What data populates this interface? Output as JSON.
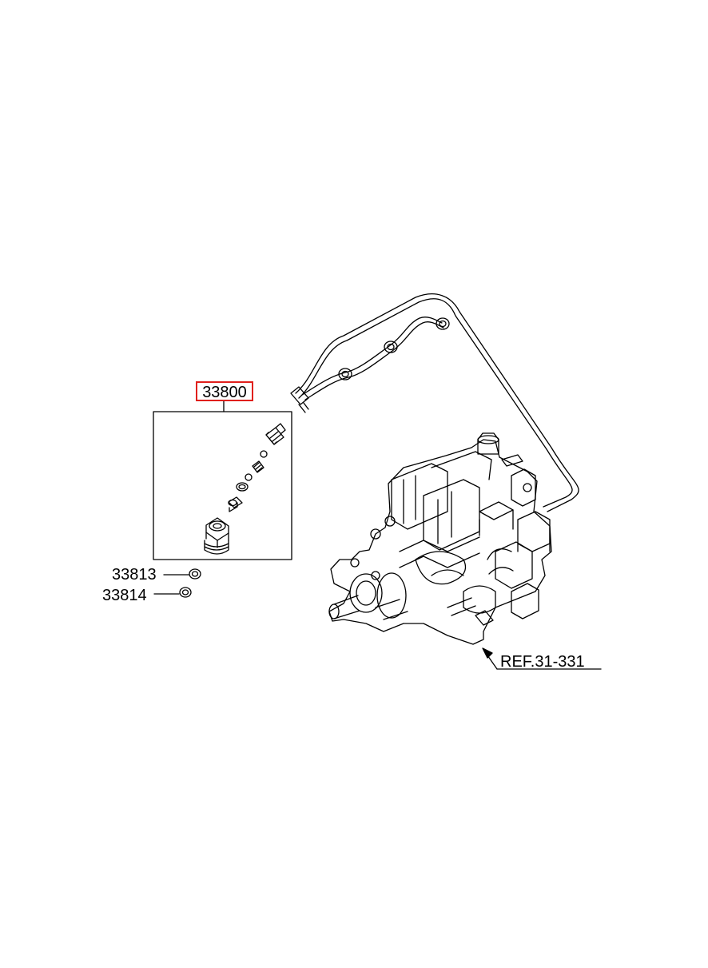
{
  "labels": {
    "main_part": "33800",
    "part_a": "33813",
    "part_b": "33814",
    "reference": "REF.31-331"
  },
  "colors": {
    "highlight": "#e0201c",
    "line": "#000000",
    "background": "#ffffff"
  }
}
